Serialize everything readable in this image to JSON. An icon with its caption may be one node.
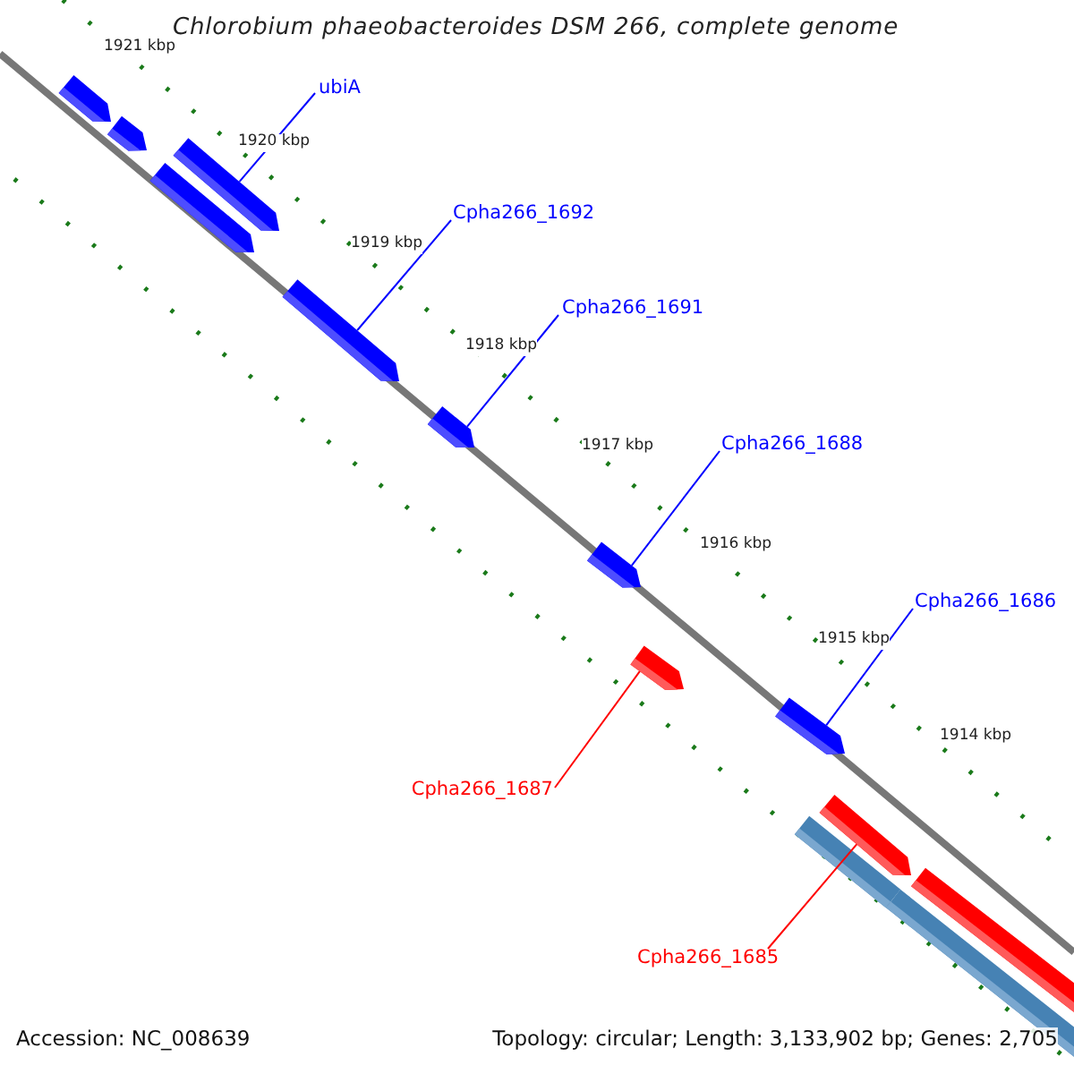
{
  "diagram": {
    "title": "Chlorobium phaeobacteroides DSM 266, complete genome",
    "nodes": [
      {
        "text": [],
        "shape": "arrow"
      },
      {
        "text": [],
        "shape": "arrow"
      },
      {
        "text": [],
        "shape": "arrow"
      },
      {
        "text": [],
        "shape": "arrow"
      },
      {
        "text": [],
        "shape": "arrow"
      },
      {
        "text": [],
        "shape": "arrow"
      },
      {
        "text": [],
        "shape": "arrow"
      },
      {
        "text": [],
        "shape": "arrow"
      },
      {
        "text": [],
        "shape": "arrow"
      },
      {
        "text": [],
        "shape": "arrow"
      },
      {
        "text": [],
        "shape": "arrow"
      },
      {
        "text": [],
        "shape": "bar"
      },
      {
        "text": [],
        "shape": "bar"
      },
      {
        "text": [
          "ubiA"
        ]
      },
      {
        "text": [
          "Cpha266_1692"
        ]
      },
      {
        "text": [
          "Cpha266_1691"
        ]
      },
      {
        "text": [
          "Cpha266_1688"
        ]
      },
      {
        "text": [
          "Cpha266_1686"
        ]
      },
      {
        "text": [
          "Cpha266_1687"
        ]
      },
      {
        "text": [
          "Cpha266_1685"
        ]
      }
    ],
    "edges": [
      {
        "from": 13,
        "to": 2,
        "arrow": "none"
      },
      {
        "from": 14,
        "to": 4,
        "arrow": "none"
      },
      {
        "from": 15,
        "to": 5,
        "arrow": "none"
      },
      {
        "from": 16,
        "to": 6,
        "arrow": "none"
      },
      {
        "from": 17,
        "to": 8,
        "arrow": "none"
      },
      {
        "from": 18,
        "to": 7,
        "arrow": "none",
        "color": "#ff0000"
      },
      {
        "from": 19,
        "to": 9,
        "arrow": "none",
        "color": "#ff0000"
      }
    ],
    "labels": [
      "1921 kbp",
      "1920 kbp",
      "1919 kbp",
      "1918 kbp",
      "1917 kbp",
      "1916 kbp",
      "1915 kbp",
      "1914 kbp",
      "Accession: NC_008639",
      "Topology: circular; Length: 3,133,902 bp; Genes: 2,705"
    ]
  }
}
